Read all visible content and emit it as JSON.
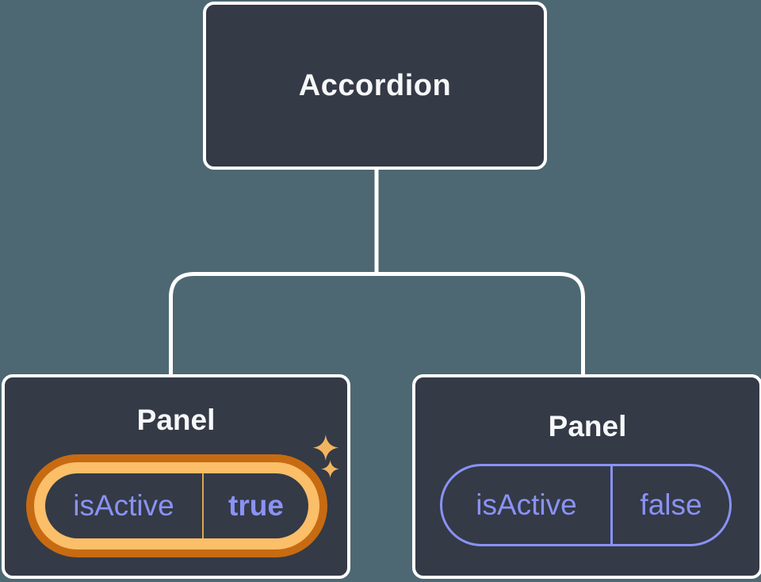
{
  "diagram": {
    "description": "React component tree showing state",
    "colors": {
      "background": "#4d6873",
      "node_fill": "#343a46",
      "node_border": "#ffffff",
      "connector": "#ffffff",
      "text_primary": "#f6f7f9",
      "state_purple": "#8a92f5",
      "highlight_ring_outer": "#c76b12",
      "highlight_ring_inner": "#fbbe69",
      "highlight_divider": "#dca74f",
      "sparkle": "#f3b45f"
    },
    "root": {
      "label": "Accordion"
    },
    "panels": [
      {
        "title": "Panel",
        "state": {
          "key": "isActive",
          "value": "true"
        },
        "highlighted": true,
        "icon": "sparkles-icon"
      },
      {
        "title": "Panel",
        "state": {
          "key": "isActive",
          "value": "false"
        },
        "highlighted": false
      }
    ]
  }
}
